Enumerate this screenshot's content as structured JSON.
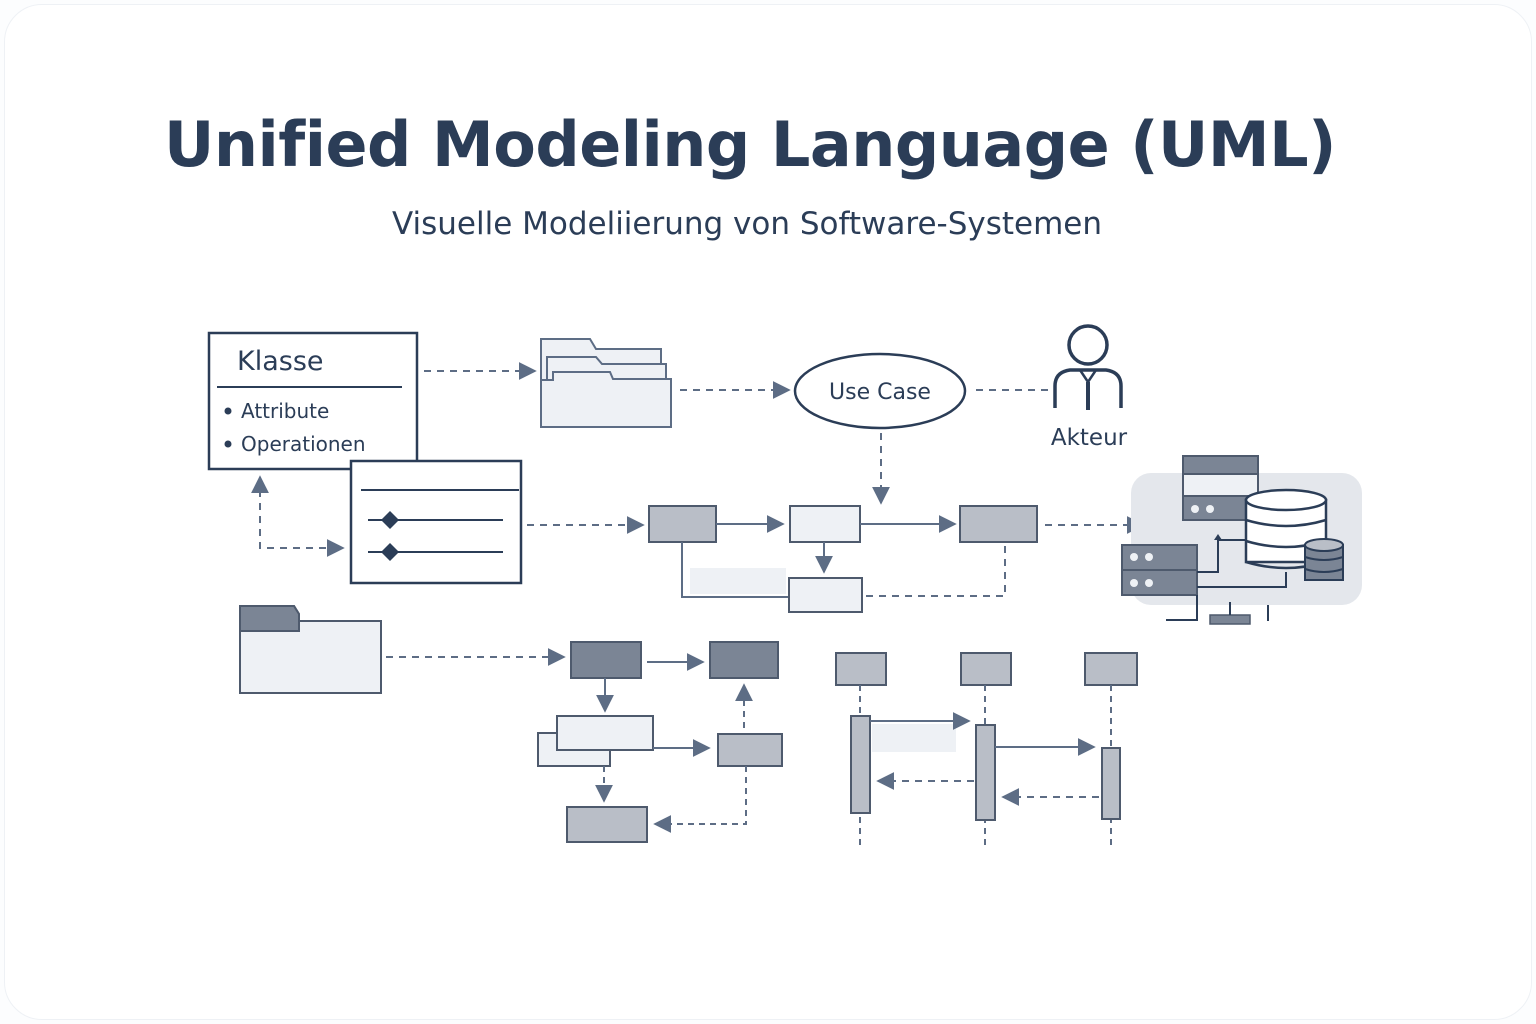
{
  "title": "Unified Modeling Language (UML)",
  "subtitle": "Visuelle Modeliierung von Software-Systemen",
  "class_box": {
    "name": "Klasse",
    "items": [
      "Attribute",
      "Operationen"
    ]
  },
  "use_case": "Use Case",
  "actor": "Akteur",
  "colors": {
    "ink": "#2b3d57",
    "box_fill": "#eef1f5",
    "box_dark": "#7b8595",
    "box_mid": "#b9bec7",
    "arrow": "#5d6d85"
  }
}
